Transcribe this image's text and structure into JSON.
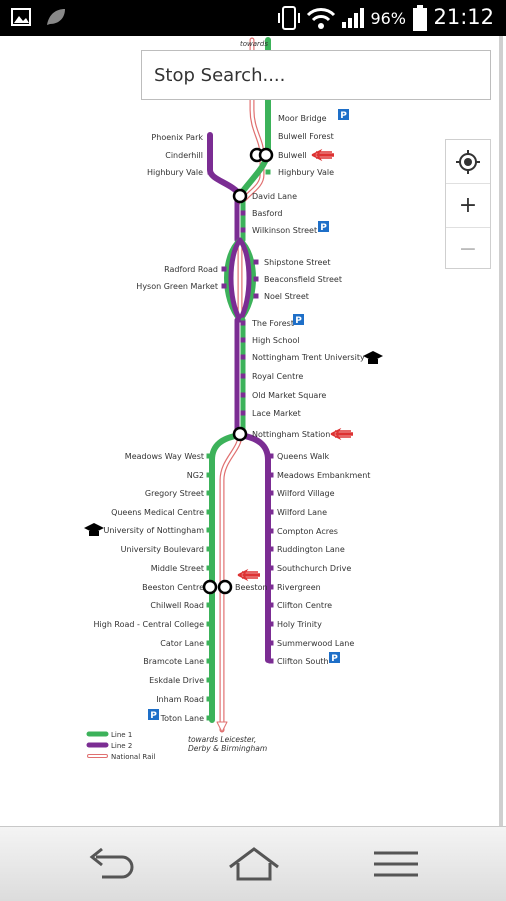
{
  "status_bar": {
    "battery": "96%",
    "time": "21:12"
  },
  "search": {
    "placeholder": "Stop Search...."
  },
  "zoom": {
    "plus": "+",
    "minus": "−"
  },
  "map": {
    "top_label": "towards",
    "bottom_label": [
      "towards Leicester,",
      "Derby & Birmingham"
    ],
    "legend": [
      "Line 1",
      "Line 2",
      "National Rail"
    ],
    "colors": {
      "line1": "#3cb25a",
      "line2": "#7b2d93",
      "rail": "#e07070",
      "parking": "#1e6fc8"
    },
    "stations_north": [
      "Moor Bridge",
      "Bulwell Forest",
      "Bulwell",
      "Highbury Vale"
    ],
    "phoenix_branch": [
      "Phoenix Park",
      "Cinderhill",
      "Highbury Vale"
    ],
    "stations_trunk": [
      "David Lane",
      "Basford",
      "Wilkinson Street"
    ],
    "loop_right": [
      "Shipstone Street",
      "Beaconsfield Street",
      "Noel Street"
    ],
    "loop_left": [
      "Radford Road",
      "Hyson Green Market"
    ],
    "stations_city": [
      "The Forest",
      "High School",
      "Nottingham Trent University",
      "Royal Centre",
      "Old Market Square",
      "Lace Market",
      "Nottingham Station"
    ],
    "line1_south": [
      "Meadows Way West",
      "NG2",
      "Gregory Street",
      "Queens Medical Centre",
      "University of Nottingham",
      "University Boulevard",
      "Middle Street",
      "Beeston Centre",
      "Chilwell Road",
      "High Road - Central College",
      "Cator Lane",
      "Bramcote Lane",
      "Eskdale Drive",
      "Inham Road",
      "Toton Lane"
    ],
    "beeston_rail": "Beeston",
    "line2_south": [
      "Queens Walk",
      "Meadows Embankment",
      "Wilford Village",
      "Wilford Lane",
      "Compton Acres",
      "Ruddington Lane",
      "Southchurch Drive",
      "Rivergreen",
      "Clifton Centre",
      "Holy Trinity",
      "Summerwood Lane",
      "Clifton South"
    ]
  }
}
